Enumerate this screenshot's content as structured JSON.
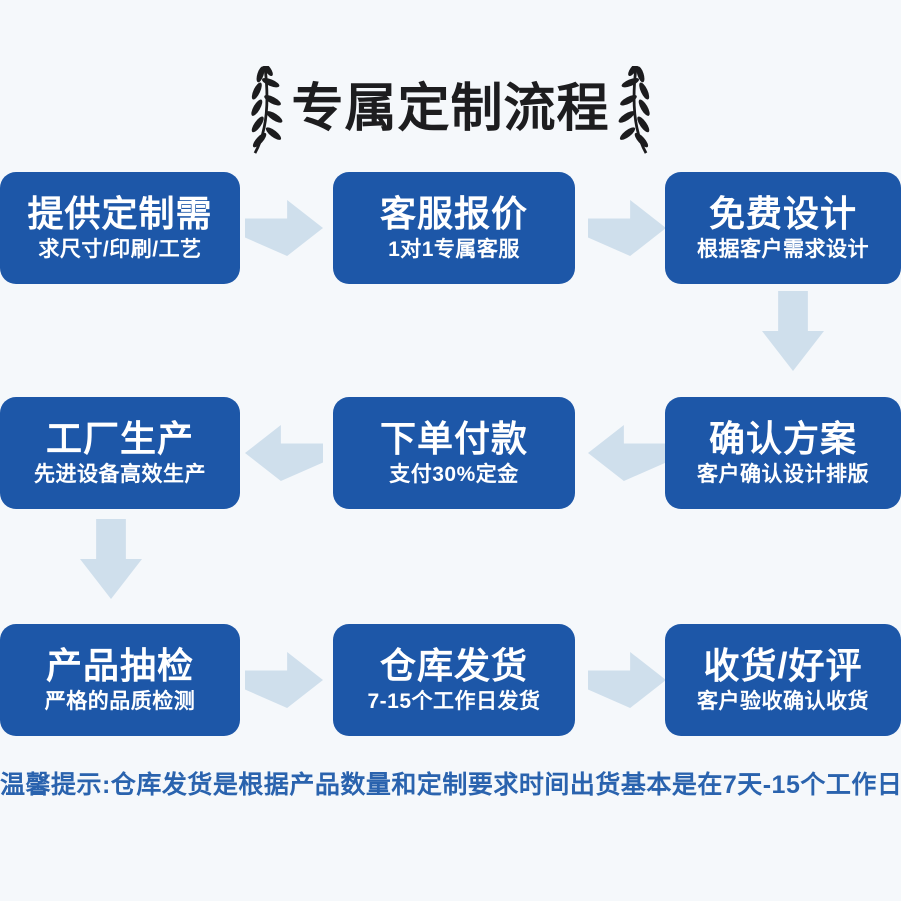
{
  "colors": {
    "background": "#f5f8fb",
    "box_bg": "#1d57a8",
    "box_text": "#ffffff",
    "arrow": "#cfdfec",
    "title_text": "#1d1d1f",
    "note_text": "#2a63ae"
  },
  "title": {
    "text": "专属定制流程"
  },
  "flow": {
    "rows": [
      {
        "direction": "right",
        "boxes": [
          {
            "title": "提供定制需",
            "subtitle": "求尺寸/印刷/工艺"
          },
          {
            "title": "客服报价",
            "subtitle": "1对1专属客服"
          },
          {
            "title": "免费设计",
            "subtitle": "根据客户需求设计"
          }
        ]
      },
      {
        "direction": "left",
        "boxes": [
          {
            "title": "工厂生产",
            "subtitle": "先进设备高效生产"
          },
          {
            "title": "下单付款",
            "subtitle": "支付30%定金"
          },
          {
            "title": "确认方案",
            "subtitle": "客户确认设计排版"
          }
        ]
      },
      {
        "direction": "right",
        "boxes": [
          {
            "title": "产品抽检",
            "subtitle": "严格的品质检测"
          },
          {
            "title": "仓库发货",
            "subtitle": "7-15个工作日发货"
          },
          {
            "title": "收货/好评",
            "subtitle": "客户验收确认收货"
          }
        ]
      }
    ]
  },
  "note": {
    "text": "温馨提示:仓库发货是根据产品数量和定制要求时间出货基本是在7天-15个工作日"
  }
}
